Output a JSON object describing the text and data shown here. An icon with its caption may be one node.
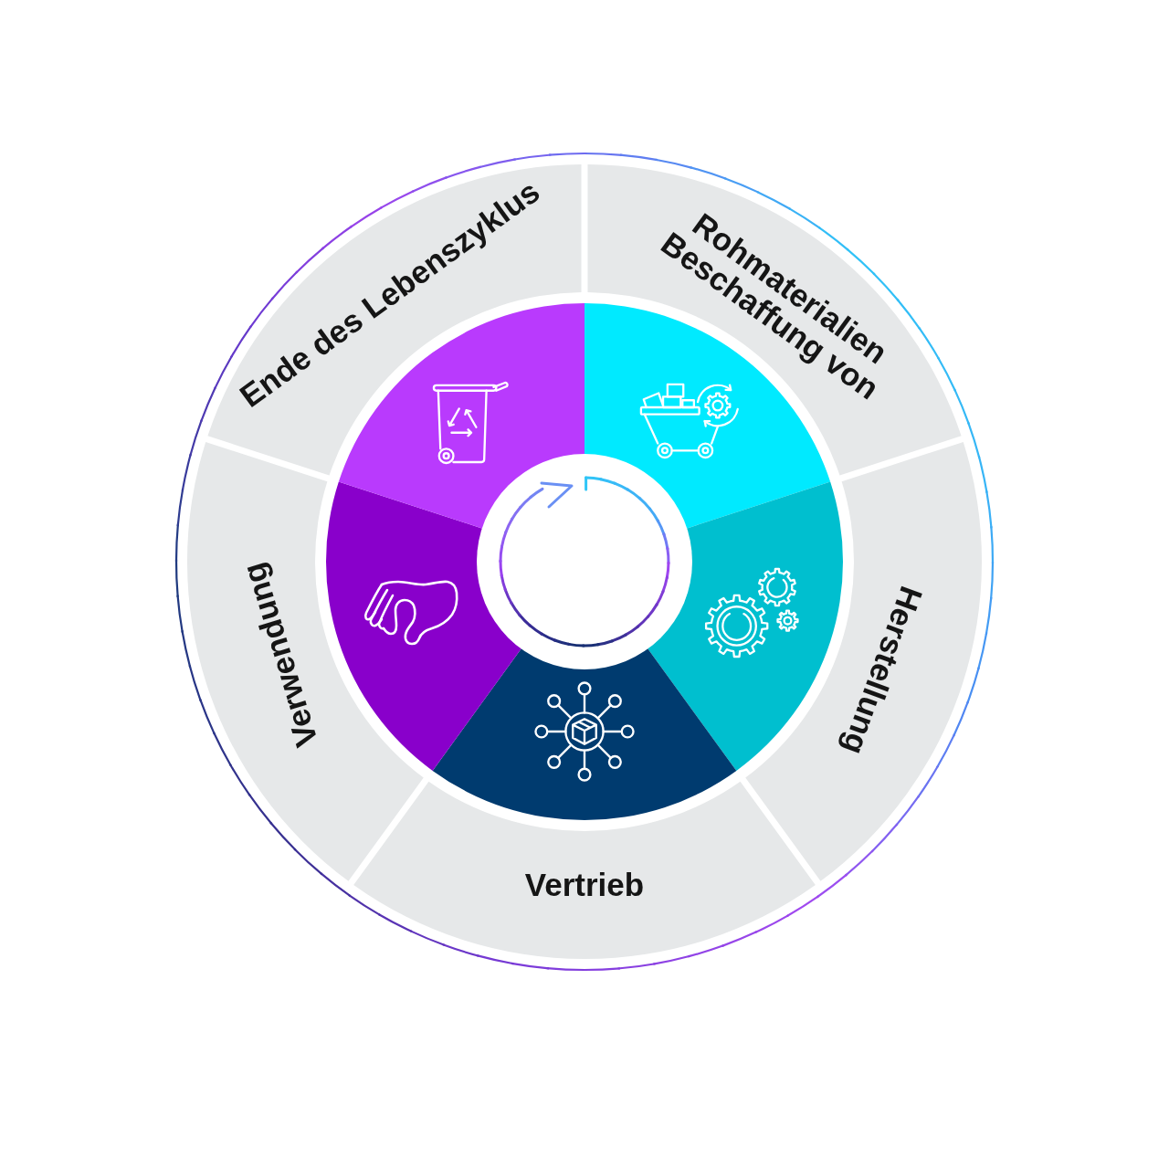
{
  "diagram": {
    "nodes": [
      {
        "text": [
          "Rohmaterialien Beschaffung von"
        ]
      },
      {
        "text": [
          "Herstellung"
        ]
      },
      {
        "text": [
          "Vertrieb"
        ]
      },
      {
        "text": [
          "Verwendung"
        ]
      },
      {
        "text": [
          "Ende des Lebenszyklus"
        ]
      },
      {
        "text": [],
        "shape": "sector"
      },
      {
        "text": [],
        "shape": "sector"
      },
      {
        "text": [],
        "shape": "sector"
      },
      {
        "text": [],
        "shape": "sector"
      },
      {
        "text": [],
        "shape": "sector"
      },
      {
        "text": [],
        "shape": "circle"
      }
    ]
  }
}
